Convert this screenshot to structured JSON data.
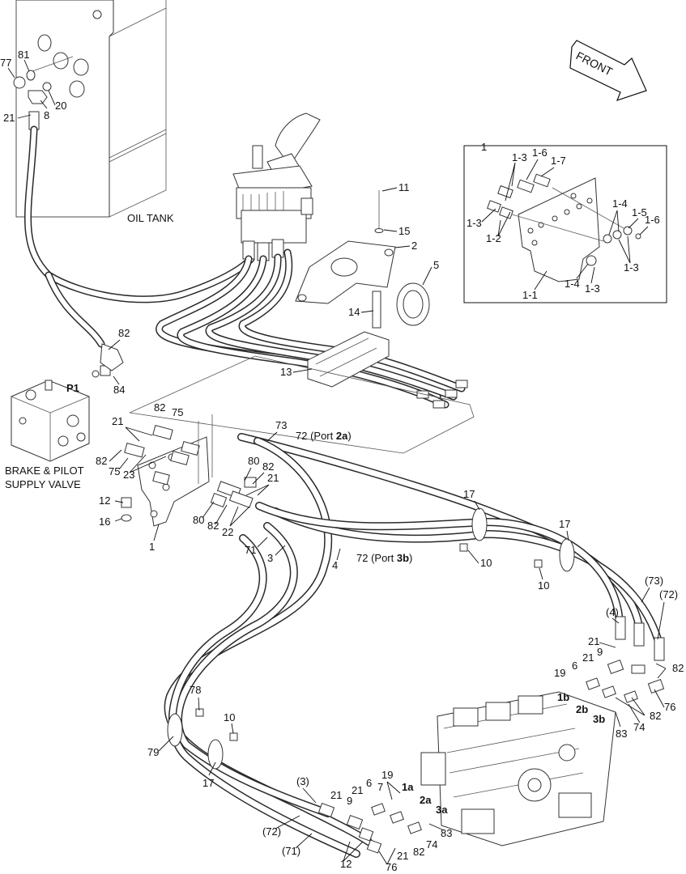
{
  "front_label": "FRONT",
  "text_labels": {
    "oil_tank": "OIL TANK",
    "p1": "P1",
    "brake_line1": "BRAKE & PILOT",
    "brake_line2": "SUPPLY VALVE",
    "port2a_pre": "72 (Port ",
    "port2a_bold": "2a",
    "port2a_post": ")",
    "port3b_pre": "72 (Port ",
    "port3b_bold": "3b",
    "port3b_post": ")"
  },
  "callouts": {
    "c77": "77",
    "c81": "81",
    "c8": "8",
    "c20": "20",
    "c21": "21",
    "c11": "11",
    "c15": "15",
    "c2": "2",
    "c5": "5",
    "c14": "14",
    "c13": "13",
    "c82": "82",
    "c84": "84",
    "c82b": "82",
    "c75": "75",
    "c21b": "21",
    "c82c": "82",
    "c75b": "75",
    "c23": "23",
    "c73": "73",
    "c12": "12",
    "c16": "16",
    "c1": "1",
    "c80": "80",
    "c82d": "82",
    "c21c": "21",
    "c80b": "80",
    "c82e": "82",
    "c22": "22",
    "c71": "71",
    "c3": "3",
    "c4": "4",
    "c17": "17",
    "c10": "10",
    "c17b": "17",
    "c10b": "10",
    "c73p": "(73)",
    "c72p": "(72)",
    "c4p": "(4)",
    "c21d": "21",
    "c21e": "21",
    "c9": "9",
    "c6": "6",
    "c19": "19",
    "c82f": "82",
    "p1b": "1b",
    "p2b": "2b",
    "p3b": "3b",
    "c82g": "82",
    "c74": "74",
    "c76": "76",
    "c83": "83",
    "c78": "78",
    "c10c": "10",
    "c79": "79",
    "c17c": "17",
    "c3p": "(3)",
    "c72q": "(72)",
    "c71p": "(71)",
    "c21f": "21",
    "c21g": "21",
    "c9b": "9",
    "c6b": "6",
    "c7": "7",
    "c19b": "19",
    "p1a": "1a",
    "p2a": "2a",
    "p3a": "3a",
    "c83b": "83",
    "c74b": "74",
    "c82h": "82",
    "c21h": "21",
    "c12b": "12",
    "c76b": "76",
    "inset_1": "1",
    "i13a": "1-3",
    "i16": "1-6",
    "i17": "1-7",
    "i13b": "1-3",
    "i12": "1-2",
    "i14a": "1-4",
    "i15": "1-5",
    "i16b": "1-6",
    "i13c": "1-3",
    "i14b": "1-4",
    "i13d": "1-3",
    "i11": "1-1"
  }
}
